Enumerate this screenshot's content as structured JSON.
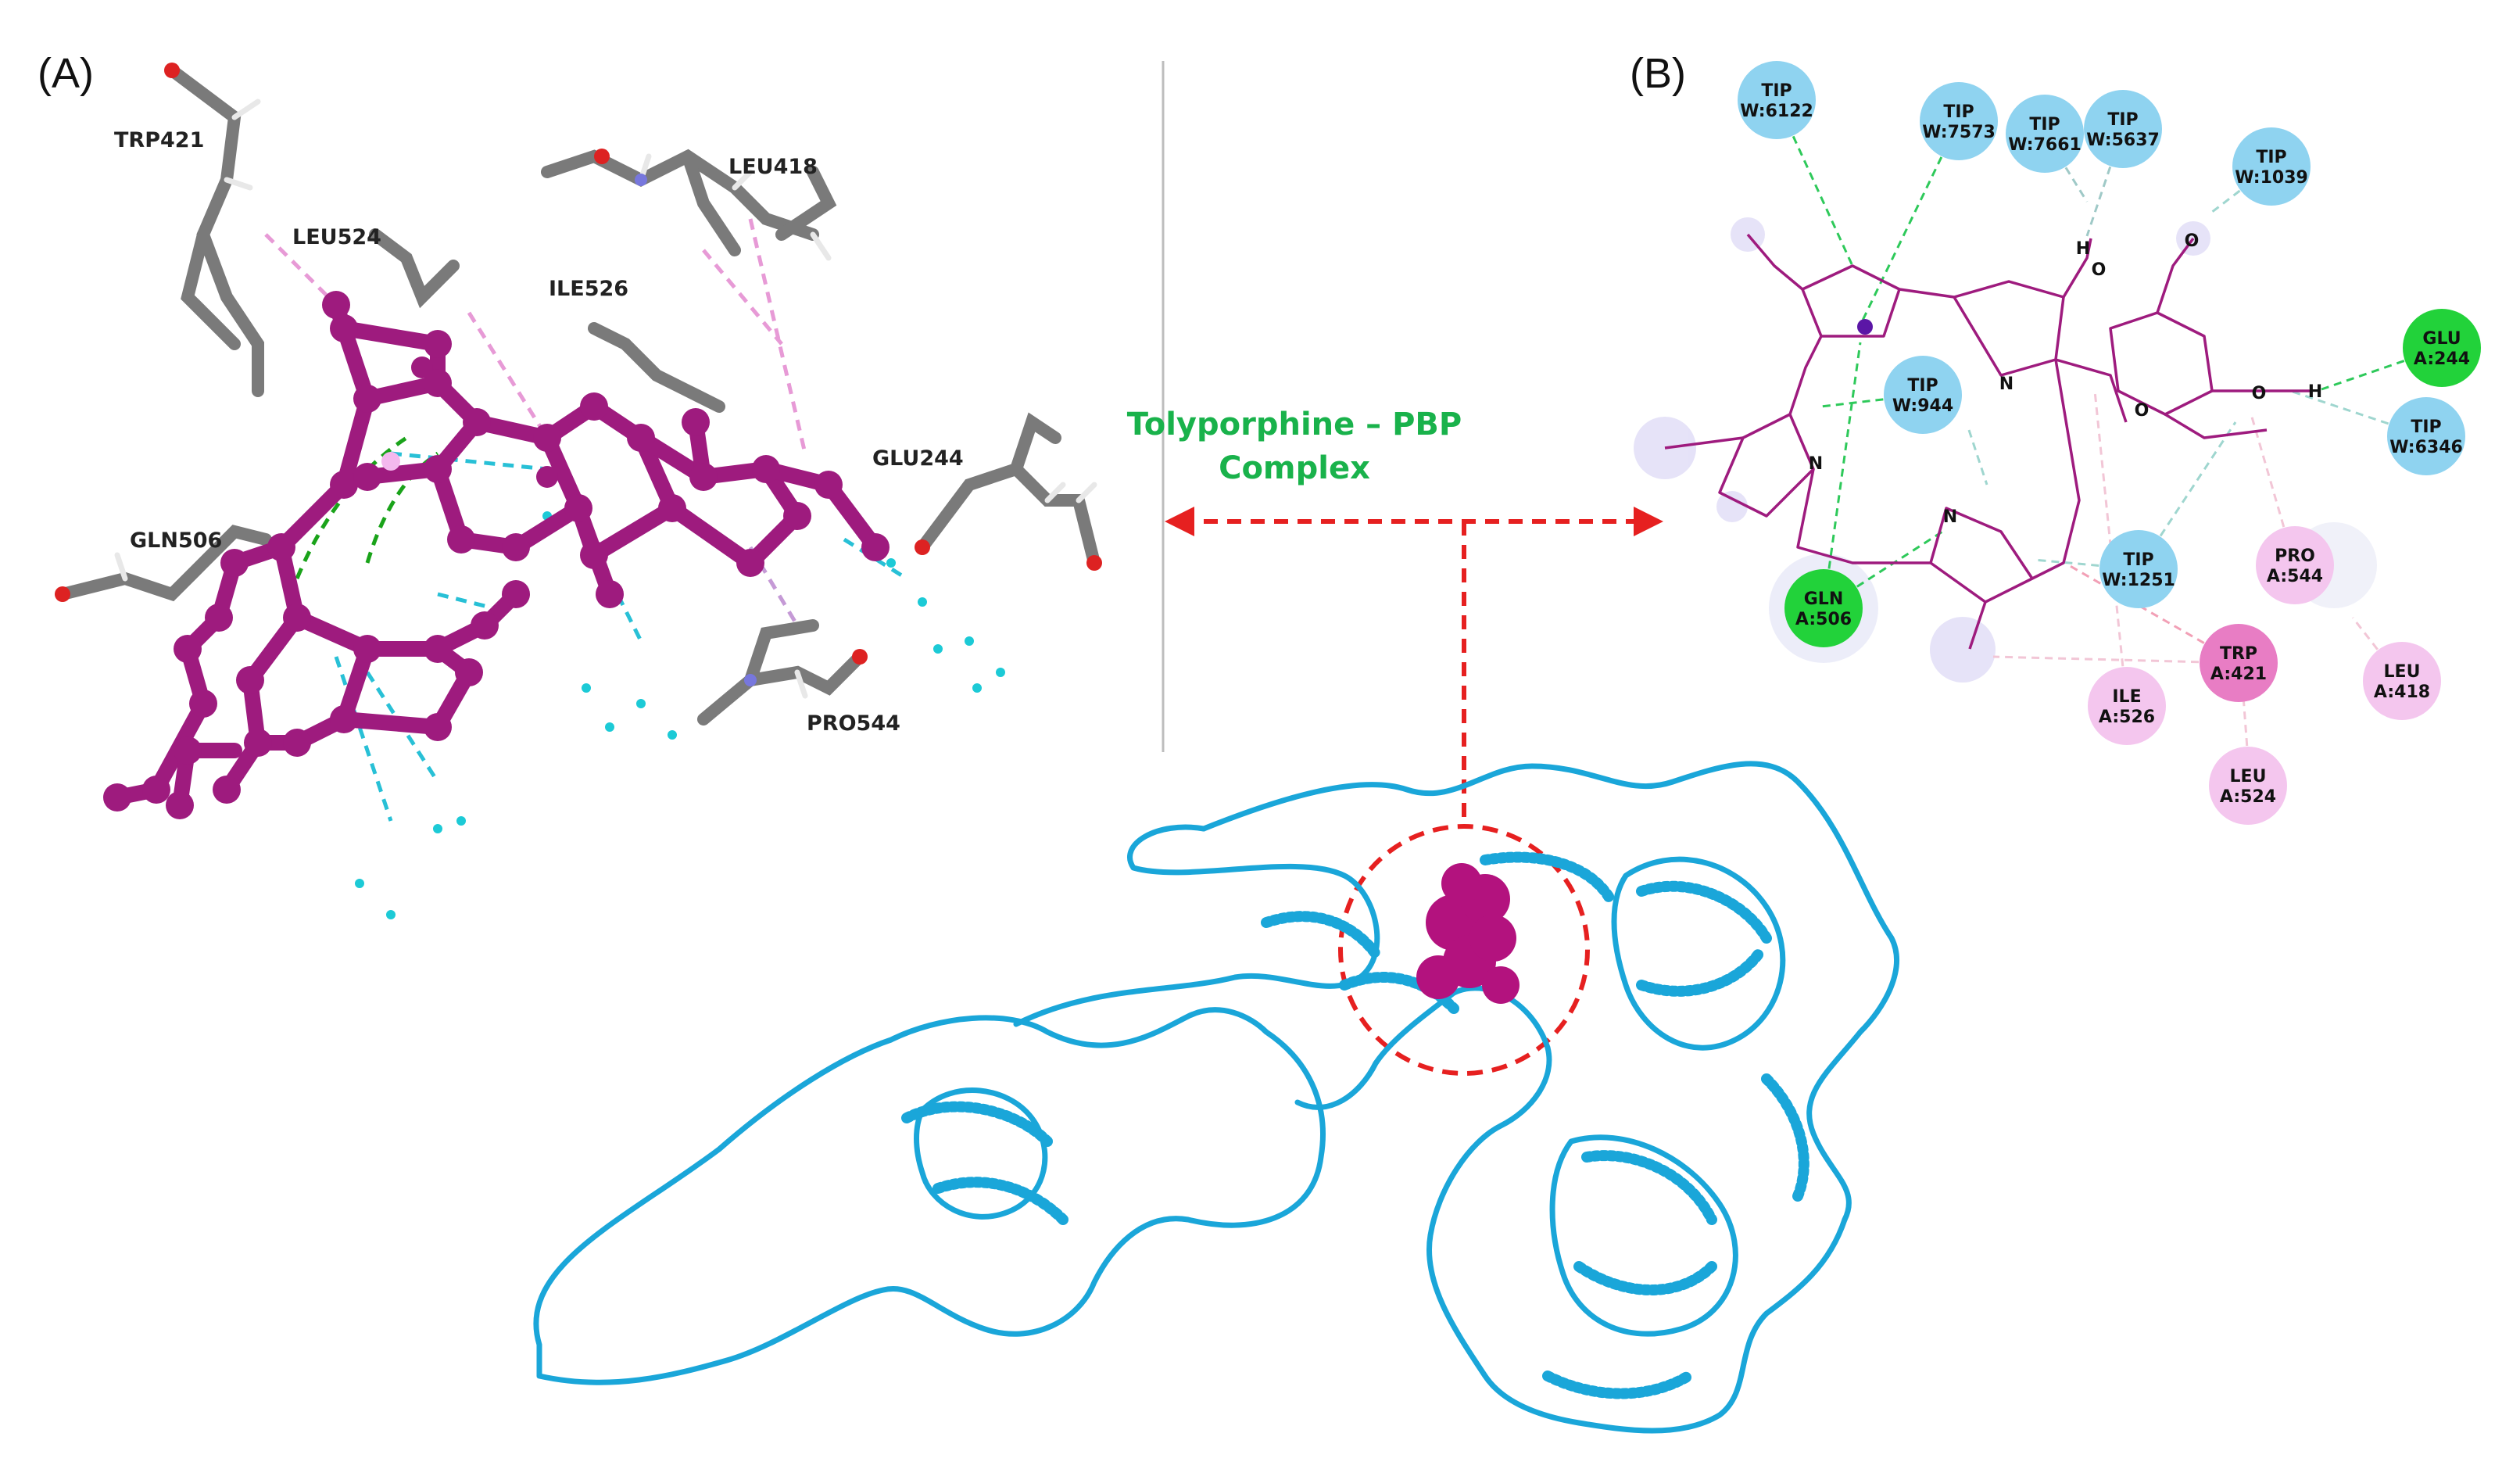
{
  "panels": {
    "a_label": "(A)",
    "b_label": "(B)"
  },
  "complex_label": {
    "line1": "Tolyporphine – PBP",
    "line2": "Complex"
  },
  "colors": {
    "ligand": "#9e1b7e",
    "protein": "#1aa6d9",
    "water_node": "#8fd3f0",
    "hbond_node": "#22d23a",
    "hydrophobic_node": "#f4c6ee",
    "trp_node": "#e87dc4",
    "arrow": "#e62020",
    "title": "#19b24b"
  },
  "panel_a_residues": [
    "TRP421",
    "LEU524",
    "LEU418",
    "ILE526",
    "GLU244",
    "GLN506",
    "PRO544"
  ],
  "panel_b_nodes": [
    {
      "l1": "TIP",
      "l2": "W:6122",
      "type": "water"
    },
    {
      "l1": "TIP",
      "l2": "W:7573",
      "type": "water"
    },
    {
      "l1": "TIP",
      "l2": "W:7661",
      "type": "water"
    },
    {
      "l1": "TIP",
      "l2": "W:5637",
      "type": "water"
    },
    {
      "l1": "TIP",
      "l2": "W:1039",
      "type": "water"
    },
    {
      "l1": "GLU",
      "l2": "A:244",
      "type": "hbond"
    },
    {
      "l1": "TIP",
      "l2": "W:944",
      "type": "water"
    },
    {
      "l1": "TIP",
      "l2": "W:6346",
      "type": "water"
    },
    {
      "l1": "TIP",
      "l2": "W:1251",
      "type": "water"
    },
    {
      "l1": "PRO",
      "l2": "A:544",
      "type": "hydrophobic"
    },
    {
      "l1": "GLN",
      "l2": "A:506",
      "type": "hbond"
    },
    {
      "l1": "TRP",
      "l2": "A:421",
      "type": "trp"
    },
    {
      "l1": "LEU",
      "l2": "A:418",
      "type": "hydrophobic"
    },
    {
      "l1": "ILE",
      "l2": "A:526",
      "type": "hydrophobic"
    },
    {
      "l1": "LEU",
      "l2": "A:524",
      "type": "hydrophobic"
    }
  ],
  "atoms": {
    "n": "N",
    "o": "O",
    "h": "H"
  }
}
